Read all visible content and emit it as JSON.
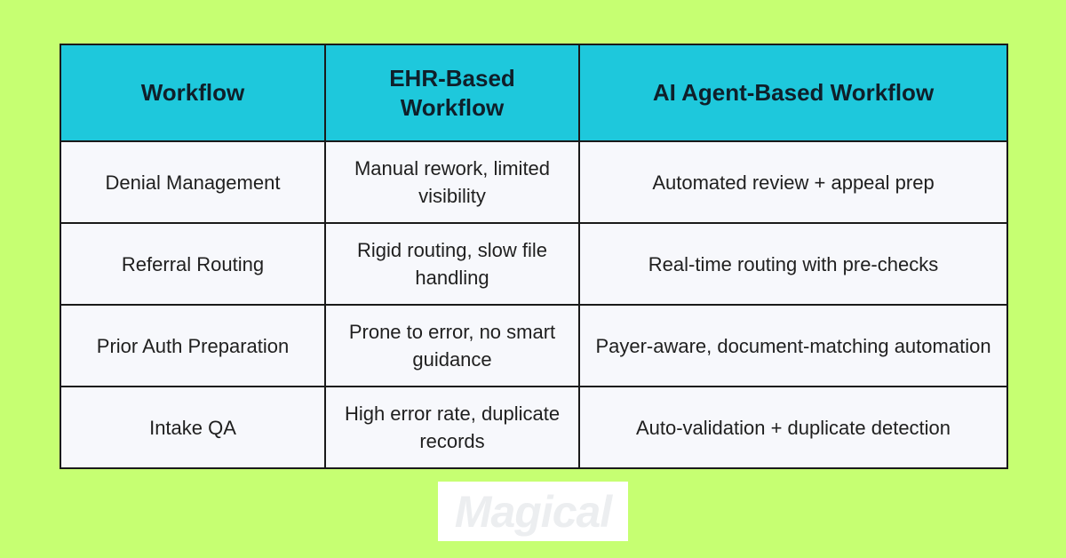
{
  "table": {
    "headers": [
      "Workflow",
      "EHR-Based Workflow",
      "AI Agent-Based Workflow"
    ],
    "rows": [
      [
        "Denial Management",
        "Manual rework, limited visibility",
        "Automated review + appeal prep"
      ],
      [
        "Referral Routing",
        "Rigid routing, slow file handling",
        "Real-time routing with pre-checks"
      ],
      [
        "Prior Auth Preparation",
        "Prone to error, no smart guidance",
        "Payer-aware, document-matching automation"
      ],
      [
        "Intake QA",
        "High error rate, duplicate records",
        "Auto-validation + duplicate detection"
      ]
    ]
  },
  "logo": {
    "text": "Magical"
  },
  "colors": {
    "background": "#c6ff72",
    "header": "#1ec8dc",
    "cell": "#f7f8fc",
    "border": "#1a1a1a"
  }
}
